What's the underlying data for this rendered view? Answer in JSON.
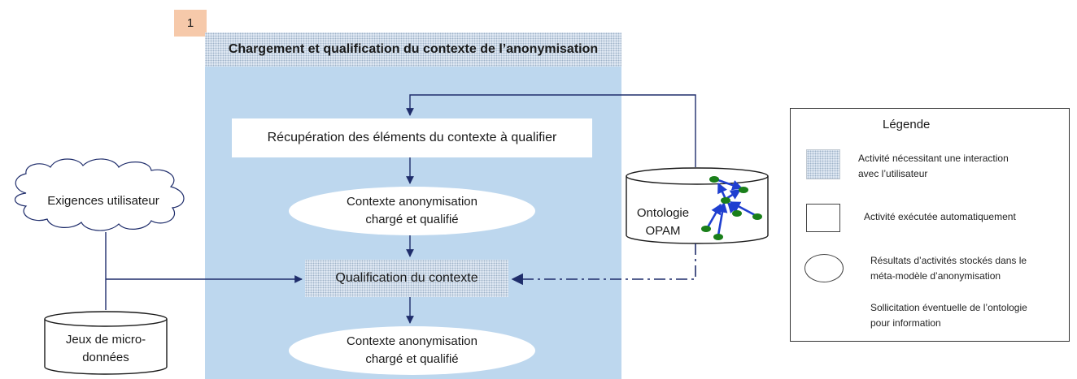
{
  "step_number": "1",
  "phase_title": "Chargement  et qualification du contexte de l’anonymisation",
  "nodes": {
    "retrieve_elements": "Récupération des éléments du contexte à qualifier",
    "context_result_1": [
      "Contexte anonymisation",
      "chargé et qualifié"
    ],
    "qualify_context": "Qualification du contexte",
    "context_result_2": [
      "Contexte anonymisation",
      "chargé et qualifié"
    ],
    "user_requirements": "Exigences utilisateur",
    "microdata_sets": [
      "Jeux de micro-",
      "données"
    ],
    "ontology": [
      "Ontologie",
      "OPAM"
    ]
  },
  "legend": {
    "title": "Légende",
    "items": [
      [
        "Activité nécessitant une interaction",
        "avec l’utilisateur"
      ],
      [
        "Activité exécutée  automatiquement"
      ],
      [
        "Résultats d’activités stockés dans le",
        "méta-modèle  d’anonymisation"
      ],
      [
        "Sollicitation éventuelle de l’ontologie",
        "pour information"
      ]
    ]
  },
  "colors": {
    "phase_fill": "#bdd7ee",
    "step_badge": "#f6c9aa",
    "arrow": "#1f2d6b",
    "ontology_node": "#1a7f1a",
    "ontology_edge": "#1f3fd0"
  }
}
